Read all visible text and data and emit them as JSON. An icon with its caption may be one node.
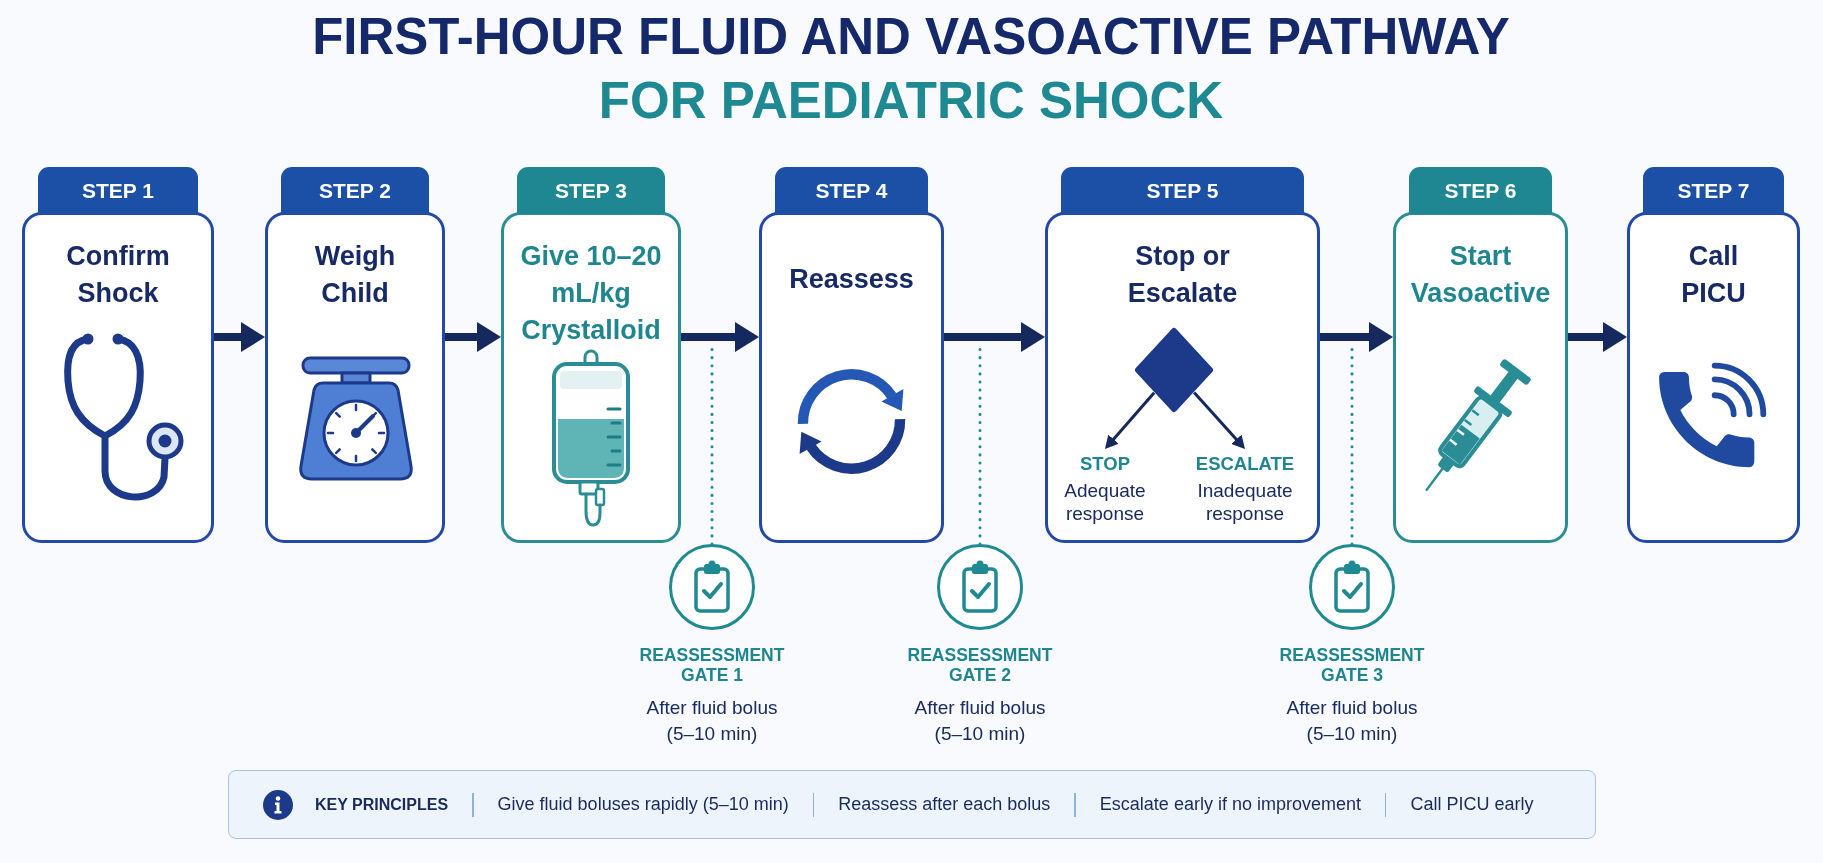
{
  "diagram": {
    "title": "FIRST-HOUR FLUID AND VASOACTIVE PATHWAY FOR PAEDIATRIC SHOCK",
    "nodes": [
      {
        "text": [
          "STEP 1",
          "Confirm Shock"
        ]
      },
      {
        "text": [
          "STEP 2",
          "Weigh Child"
        ]
      },
      {
        "text": [
          "STEP 3",
          "Give 10–20 mL/kg Crystalloid"
        ]
      },
      {
        "text": [
          "STEP 4",
          "Reassess"
        ]
      },
      {
        "text": [
          "STEP 5",
          "Stop or Escalate"
        ]
      },
      {
        "text": [],
        "shape": "diamond",
        "in": 4
      },
      {
        "text": [
          "STOP",
          "Adequate response"
        ],
        "in": 4
      },
      {
        "text": [
          "ESCALATE",
          "Inadequate response"
        ],
        "in": 4
      },
      {
        "text": [
          "STEP 6",
          "Start Vasoactive"
        ]
      },
      {
        "text": [
          "STEP 7",
          "Call PICU"
        ]
      },
      {
        "text": [],
        "shape": "circle",
        "beside": [
          "REASSESSMENT GATE 1",
          "After fluid bolus (5–10 min)"
        ]
      },
      {
        "text": [],
        "shape": "circle",
        "beside": [
          "REASSESSMENT GATE 2",
          "After fluid bolus (5–10 min)"
        ]
      },
      {
        "text": [],
        "shape": "circle",
        "beside": [
          "REASSESSMENT GATE 3",
          "After fluid bolus (5–10 min)"
        ]
      },
      {
        "text": [
          "KEY PRINCIPLES",
          "Give fluid boluses rapidly (5–10 min)",
          "Reassess after each bolus",
          "Escalate early if no improvement",
          "Call PICU early"
        ]
      }
    ],
    "edges": [
      {
        "from": 0,
        "to": 1,
        "arrow": "to"
      },
      {
        "from": 1,
        "to": 2,
        "arrow": "to"
      },
      {
        "from": 2,
        "to": 3,
        "arrow": "to"
      },
      {
        "from": 3,
        "to": 4,
        "arrow": "to"
      },
      {
        "from": 4,
        "to": 8,
        "arrow": "to"
      },
      {
        "from": 8,
        "to": 9,
        "arrow": "to"
      },
      {
        "from": 5,
        "to": 6,
        "arrow": "to"
      },
      {
        "from": 5,
        "to": 7,
        "arrow": "to"
      },
      {
        "from": 10,
        "to": null,
        "arrow": "none",
        "style": "dashed",
        "color": "#1f8a93"
      },
      {
        "from": 11,
        "to": null,
        "arrow": "none",
        "style": "dashed",
        "color": "#1f8a93"
      },
      {
        "from": 12,
        "to": null,
        "arrow": "none",
        "style": "dashed",
        "color": "#1f8a93"
      }
    ]
  }
}
